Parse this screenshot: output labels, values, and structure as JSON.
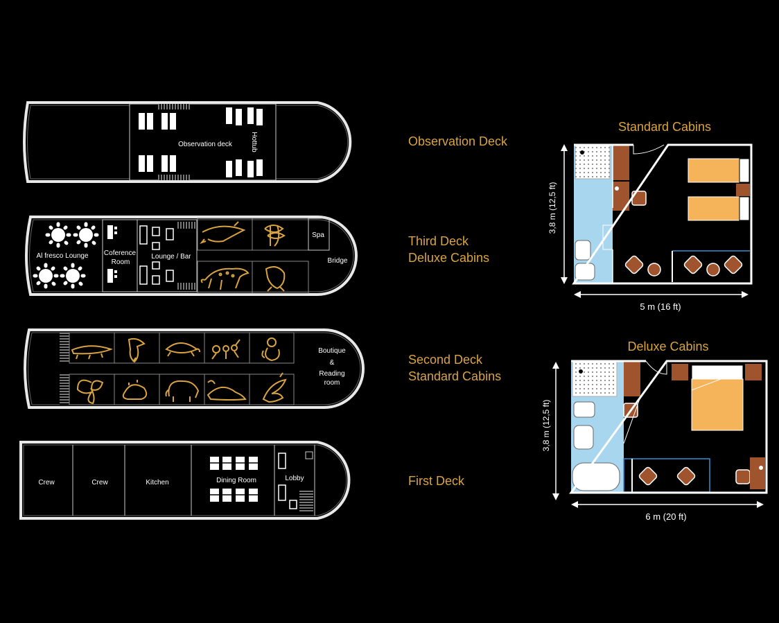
{
  "colors": {
    "background": "#000000",
    "hull": "#e8e8e8",
    "gold": "#d9a441",
    "cabin_bed": "#f5b35a",
    "cabin_furniture": "#a0542d",
    "bathroom": "#a9d6ef",
    "wall": "#ffffff",
    "accent_line": "#3a8fd0"
  },
  "decks": {
    "observation": {
      "label": "Observation Deck",
      "rooms": {
        "observation_deck": "Observation deck",
        "hottub": "Hottub"
      }
    },
    "third": {
      "label_line1": "Third Deck",
      "label_line2": "Deluxe Cabins",
      "rooms": {
        "alfresco": "Al fresco Lounge",
        "conference_line1": "Coference",
        "conference_line2": "Room",
        "lounge": "Lounge / Bar",
        "spa": "Spa",
        "bridge": "Bridge"
      },
      "cabin_icons": [
        "dolphin-icon",
        "anaconda-icon",
        "jaguar-icon",
        "manatee-icon"
      ]
    },
    "second": {
      "label_line1": "Second Deck",
      "label_line2": "Standard Cabins",
      "rooms": {
        "boutique_line1": "Boutique",
        "boutique_line2": "&",
        "boutique_line3": "Reading",
        "boutique_line4": "room"
      },
      "cabin_icons_top": [
        "caiman-icon",
        "toucan-icon",
        "turtle-icon",
        "ant-icon",
        "monkey-icon"
      ],
      "cabin_icons_bottom": [
        "butterfly-icon",
        "frog-icon",
        "tapir-icon",
        "otter-icon",
        "hoatzin-icon"
      ]
    },
    "first": {
      "label": "First Deck",
      "rooms": {
        "crew1": "Crew",
        "crew2": "Crew",
        "kitchen": "Kitchen",
        "dining": "Dining Room",
        "lobby": "Lobby"
      }
    }
  },
  "cabins": {
    "standard": {
      "title": "Standard Cabins",
      "height_label": "3,8  m (12,5 ft)",
      "width_label": "5 m (16 ft)"
    },
    "deluxe": {
      "title": "Deluxe Cabins",
      "height_label": "3,8  m (12,5 ft)",
      "width_label": "6  m (20 ft)"
    }
  }
}
